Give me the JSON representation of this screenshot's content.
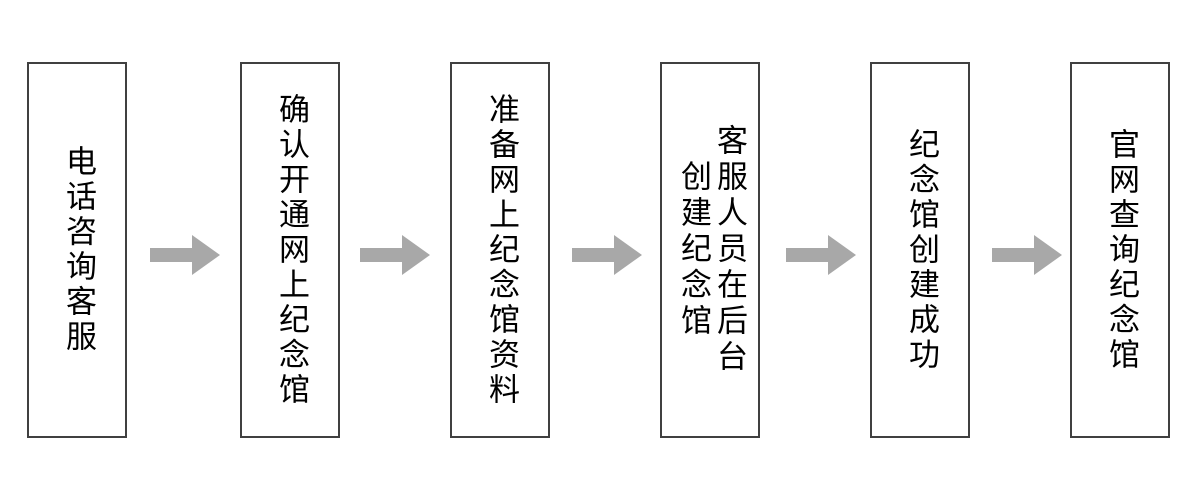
{
  "diagram": {
    "type": "flowchart",
    "orientation": "left-to-right",
    "title": "",
    "background_color": "#ffffff",
    "node_border_color": "#404040",
    "node_fill_color": "#ffffff",
    "node_text_color": "#000000",
    "arrow_color": "#a8a8a8",
    "text_direction": "vertical-rl",
    "nodes": [
      {
        "id": "step-1",
        "order": 1,
        "columns": [
          "电话咨询客服"
        ],
        "full_text": "电话咨询客服"
      },
      {
        "id": "step-2",
        "order": 2,
        "columns": [
          "确认开通网上纪念馆"
        ],
        "full_text": "确认开通网上纪念馆"
      },
      {
        "id": "step-3",
        "order": 3,
        "columns": [
          "准备网上纪念馆资料"
        ],
        "full_text": "准备网上纪念馆资料"
      },
      {
        "id": "step-4",
        "order": 4,
        "columns": [
          "客服人员在后台",
          "创建纪念馆"
        ],
        "full_text": "客服人员在后台创建纪念馆"
      },
      {
        "id": "step-5",
        "order": 5,
        "columns": [
          "纪念馆创建成功"
        ],
        "full_text": "纪念馆创建成功"
      },
      {
        "id": "step-6",
        "order": 6,
        "columns": [
          "官网查询纪念馆"
        ],
        "full_text": "官网查询纪念馆"
      }
    ],
    "connectors": [
      {
        "id": "arrow-1",
        "from": "step-1",
        "to": "step-2",
        "icon": "arrow-right-icon"
      },
      {
        "id": "arrow-2",
        "from": "step-2",
        "to": "step-3",
        "icon": "arrow-right-icon"
      },
      {
        "id": "arrow-3",
        "from": "step-3",
        "to": "step-4",
        "icon": "arrow-right-icon"
      },
      {
        "id": "arrow-4",
        "from": "step-4",
        "to": "step-5",
        "icon": "arrow-right-icon"
      },
      {
        "id": "arrow-5",
        "from": "step-5",
        "to": "step-6",
        "icon": "arrow-right-icon"
      }
    ]
  }
}
